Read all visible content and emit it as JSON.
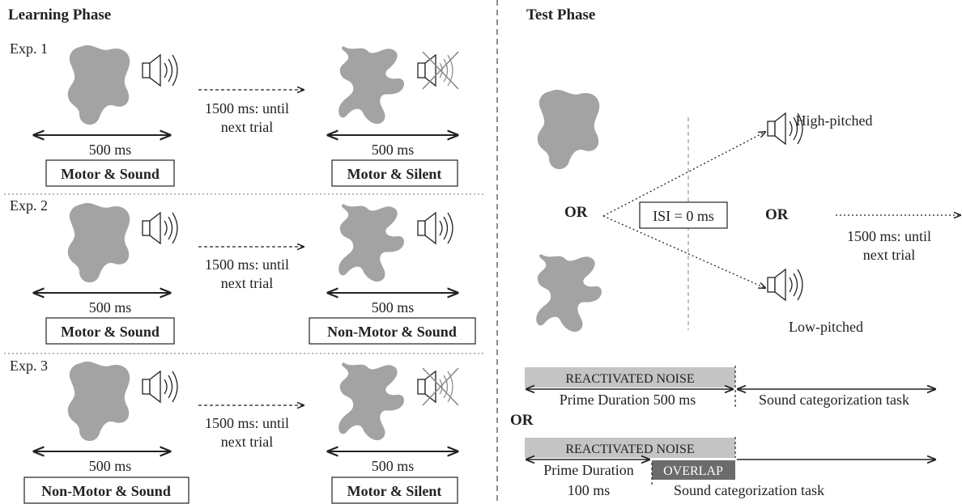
{
  "learning_phase": {
    "title": "Learning Phase",
    "experiments": [
      {
        "label": "Exp. 1",
        "left": {
          "duration": "500 ms",
          "condition": "Motor & Sound",
          "speaker": "sound"
        },
        "interval": {
          "line1": "1500 ms: until",
          "line2": "next trial"
        },
        "right": {
          "duration": "500 ms",
          "condition": "Motor & Silent",
          "speaker": "silent"
        }
      },
      {
        "label": "Exp. 2",
        "left": {
          "duration": "500 ms",
          "condition": "Motor & Sound",
          "speaker": "sound"
        },
        "interval": {
          "line1": "1500 ms: until",
          "line2": "next trial"
        },
        "right": {
          "duration": "500 ms",
          "condition": "Non-Motor & Sound",
          "speaker": "sound"
        }
      },
      {
        "label": "Exp. 3",
        "left": {
          "duration": "500 ms",
          "condition": "Non-Motor & Sound",
          "speaker": "sound"
        },
        "interval": {
          "line1": "1500 ms: until",
          "line2": "next trial"
        },
        "right": {
          "duration": "500 ms",
          "condition": "Motor & Silent",
          "speaker": "silent"
        }
      }
    ]
  },
  "test_phase": {
    "title": "Test Phase",
    "or_left": "OR",
    "isi": "ISI = 0 ms",
    "or_right": "OR",
    "high_pitched": "High-pitched",
    "low_pitched": "Low-pitched",
    "interval": {
      "line1": "1500 ms: until",
      "line2": "next trial"
    }
  },
  "timeline": {
    "first": {
      "bar_label": "REACTIVATED NOISE",
      "prime": "Prime Duration 500 ms",
      "task": "Sound categorization task"
    },
    "or_label": "OR",
    "second": {
      "bar_label": "REACTIVATED NOISE",
      "prime_line1": "Prime Duration",
      "prime_line2": "100 ms",
      "overlap": "OVERLAP",
      "task": "Sound categorization task"
    }
  },
  "colors": {
    "blob": "#a3a3a3",
    "bar": "#c4c4c4",
    "overlap": "#6c6c6c",
    "text": "#222222"
  }
}
